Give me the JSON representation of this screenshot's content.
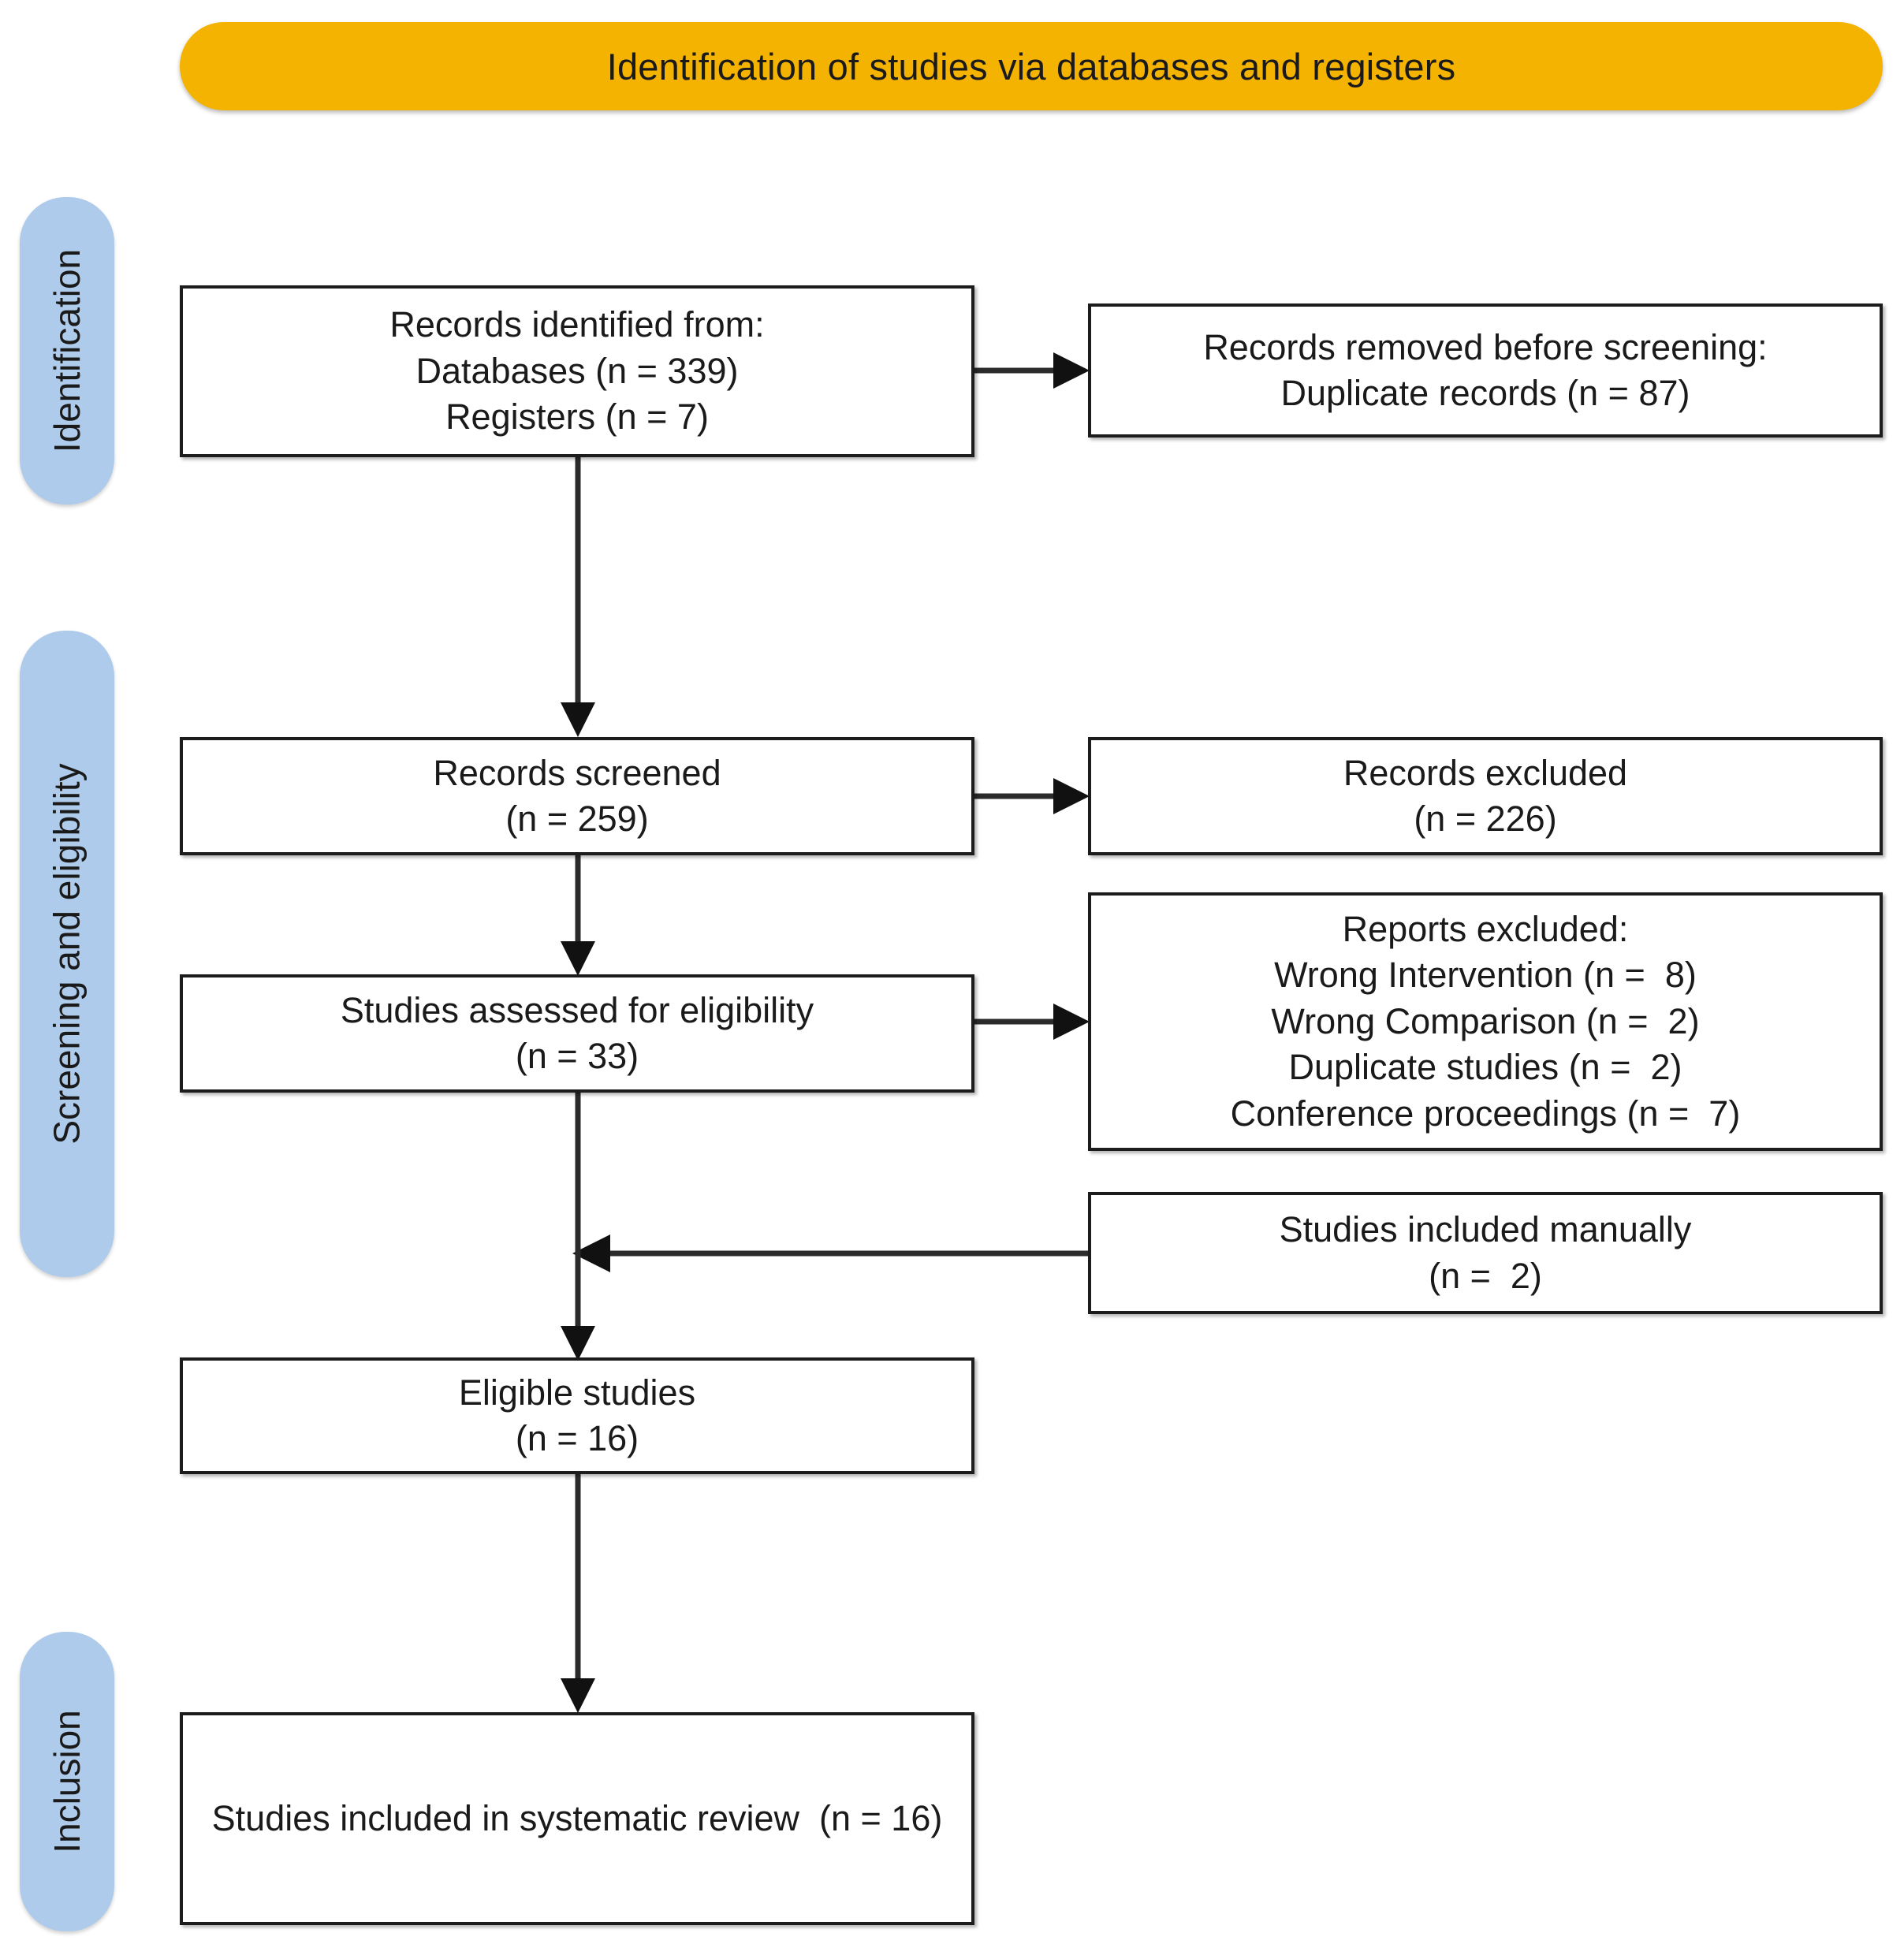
{
  "header": {
    "title": "Identification of studies via databases and registers",
    "color": "#f5b301"
  },
  "stages": [
    {
      "id": "identification",
      "label": "Identification"
    },
    {
      "id": "screening",
      "label": "Screening and eligibility"
    },
    {
      "id": "inclusion",
      "label": "Inclusion"
    }
  ],
  "stage_color": "#aecbeb",
  "boxes": {
    "identified": {
      "lines": [
        "Records identified from:",
        "Databases (n = 339)",
        "Registers (n = 7)"
      ]
    },
    "removed": {
      "lines": [
        "Records removed before screening:",
        "Duplicate records (n = 87)"
      ]
    },
    "screened": {
      "lines": [
        "Records screened",
        "(n = 259)"
      ]
    },
    "records_excluded": {
      "lines": [
        "Records excluded",
        "(n = 226)"
      ]
    },
    "eligibility": {
      "lines": [
        "Studies assessed for eligibility",
        "(n = 33)"
      ]
    },
    "reports_excluded": {
      "lines": [
        "Reports excluded:",
        "Wrong Intervention (n =  8)",
        "Wrong Comparison (n =  2)",
        "Duplicate studies (n =  2)",
        "Conference proceedings (n =  7)"
      ]
    },
    "manual": {
      "lines": [
        "Studies included manually",
        "(n =  2)"
      ]
    },
    "eligible": {
      "lines": [
        "Eligible studies",
        "(n = 16)"
      ]
    },
    "included": {
      "lines": [
        "Studies included in systematic review  (n = 16)"
      ]
    }
  }
}
